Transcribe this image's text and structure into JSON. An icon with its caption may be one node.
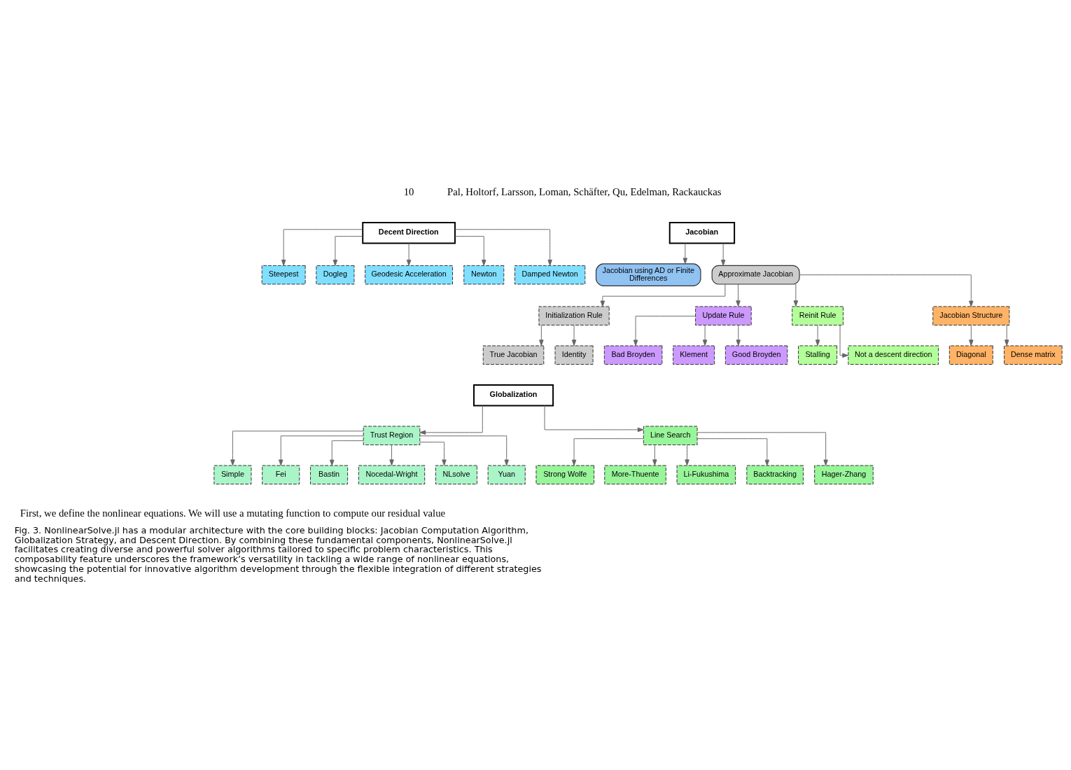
{
  "diagram": {
    "caption": "Fig. 3. NonlinearSolve.jl has a modular architecture with the core building blocks: Jacobian Computation Algorithm, Globalization Strategy, and Descent Direction. By combining these fundamental components, NonlinearSolve.jl facilitates creating diverse and powerful solver algorithms tailored to specific problem characteristics. This composability feature underscores the framework’s versatility in tackling a wide range of nonlinear equations, showcasing the potential for innovative algorithm development through the flexible integration of different strategies and techniques.",
    "nodes": [
      {
        "text": [
          "Decent Direction"
        ]
      },
      {
        "text": [
          "Jacobian"
        ]
      },
      {
        "text": [
          "Steepest"
        ]
      },
      {
        "text": [
          "Dogleg"
        ]
      },
      {
        "text": [
          "Geodesic Acceleration"
        ]
      },
      {
        "text": [
          "Newton"
        ]
      },
      {
        "text": [
          "Damped Newton"
        ]
      },
      {
        "text": [
          "Jacobian using AD or Finite Differences"
        ]
      },
      {
        "text": [
          "Approximate Jacobian"
        ]
      },
      {
        "text": [
          "Initialization Rule"
        ]
      },
      {
        "text": [
          "Update Rule"
        ]
      },
      {
        "text": [
          "Reinit Rule"
        ]
      },
      {
        "text": [
          "Jacobian Structure"
        ]
      },
      {
        "text": [
          "True Jacobian"
        ]
      },
      {
        "text": [
          "Identity"
        ]
      },
      {
        "text": [
          "Bad Broyden"
        ]
      },
      {
        "text": [
          "Klement"
        ]
      },
      {
        "text": [
          "Good Broyden"
        ]
      },
      {
        "text": [
          "Stalling"
        ]
      },
      {
        "text": [
          "Not a descent direction"
        ]
      },
      {
        "text": [
          "Diagonal"
        ]
      },
      {
        "text": [
          "Dense matrix"
        ]
      },
      {
        "text": [
          "Globalization"
        ]
      },
      {
        "text": [
          "Trust Region"
        ]
      },
      {
        "text": [
          "Line Search"
        ]
      },
      {
        "text": [
          "Simple"
        ]
      },
      {
        "text": [
          "Fei"
        ]
      },
      {
        "text": [
          "Bastin"
        ]
      },
      {
        "text": [
          "Nocedal-Wright"
        ]
      },
      {
        "text": [
          "NLsolve"
        ]
      },
      {
        "text": [
          "Yuan"
        ]
      },
      {
        "text": [
          "Strong Wolfe"
        ]
      },
      {
        "text": [
          "More-Thuente"
        ]
      },
      {
        "text": [
          "Li-Fukushima"
        ]
      },
      {
        "text": [
          "Backtracking"
        ]
      },
      {
        "text": [
          "Hager-Zhang"
        ]
      }
    ],
    "edges": [
      {
        "from": 0,
        "to": 2,
        "arrow": "to"
      },
      {
        "from": 0,
        "to": 3,
        "arrow": "to"
      },
      {
        "from": 0,
        "to": 4,
        "arrow": "to"
      },
      {
        "from": 0,
        "to": 5,
        "arrow": "to"
      },
      {
        "from": 0,
        "to": 6,
        "arrow": "to"
      },
      {
        "from": 1,
        "to": 7,
        "arrow": "to"
      },
      {
        "from": 1,
        "to": 8,
        "arrow": "to"
      },
      {
        "from": 8,
        "to": 9,
        "arrow": "to"
      },
      {
        "from": 8,
        "to": 10,
        "arrow": "to"
      },
      {
        "from": 8,
        "to": 11,
        "arrow": "to"
      },
      {
        "from": 8,
        "to": 12,
        "arrow": "to"
      },
      {
        "from": 9,
        "to": 13,
        "arrow": "to"
      },
      {
        "from": 9,
        "to": 14,
        "arrow": "to"
      },
      {
        "from": 10,
        "to": 15,
        "arrow": "to"
      },
      {
        "from": 10,
        "to": 16,
        "arrow": "to"
      },
      {
        "from": 10,
        "to": 17,
        "arrow": "to"
      },
      {
        "from": 11,
        "to": 18,
        "arrow": "to"
      },
      {
        "from": 11,
        "to": 19,
        "arrow": "to"
      },
      {
        "from": 12,
        "to": 20,
        "arrow": "to"
      },
      {
        "from": 12,
        "to": 21,
        "arrow": "to"
      },
      {
        "from": 22,
        "to": 23,
        "arrow": "to"
      },
      {
        "from": 22,
        "to": 24,
        "arrow": "to"
      },
      {
        "from": 23,
        "to": 25,
        "arrow": "to"
      },
      {
        "from": 23,
        "to": 26,
        "arrow": "to"
      },
      {
        "from": 23,
        "to": 27,
        "arrow": "to"
      },
      {
        "from": 23,
        "to": 28,
        "arrow": "to"
      },
      {
        "from": 23,
        "to": 29,
        "arrow": "to"
      },
      {
        "from": 23,
        "to": 30,
        "arrow": "to"
      },
      {
        "from": 24,
        "to": 31,
        "arrow": "to"
      },
      {
        "from": 24,
        "to": 32,
        "arrow": "to"
      },
      {
        "from": 24,
        "to": 33,
        "arrow": "to"
      },
      {
        "from": 24,
        "to": 34,
        "arrow": "to"
      },
      {
        "from": 24,
        "to": 35,
        "arrow": "to"
      }
    ],
    "labels": [
      "10",
      "Pal, Holtorf, Larsson, Loman, Schäfter, Qu, Edelman, Rackauckas",
      "First, we define the nonlinear equations. We will use a mutating function to compute our residual value"
    ]
  }
}
